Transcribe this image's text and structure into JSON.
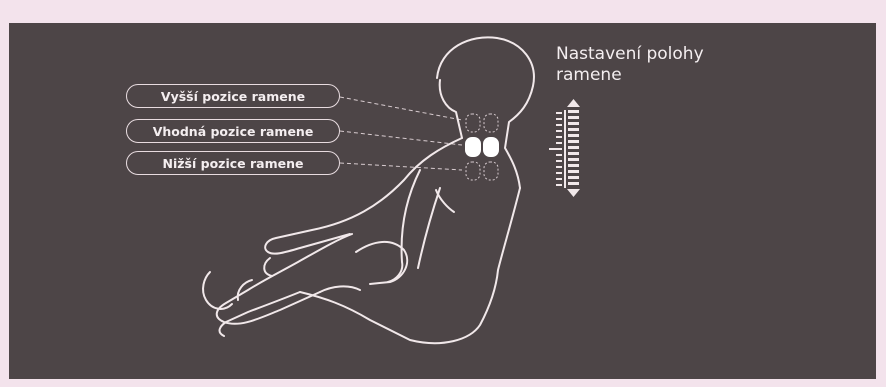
{
  "panel": {
    "title": "Nastavení polohy ramene",
    "labels": {
      "upper": "Vyšší pozice ramene",
      "suitable": "Vhodná pozice ramene",
      "lower": "Nižší pozice ramene"
    }
  },
  "colors": {
    "background": "#4d4547",
    "outer": "#f3e3ec",
    "line": "#f1e8ea"
  },
  "icons": [
    "person-outline-figure",
    "shoulder-roller-icon",
    "position-scale-icon",
    "arrow-up-icon",
    "arrow-down-icon"
  ]
}
